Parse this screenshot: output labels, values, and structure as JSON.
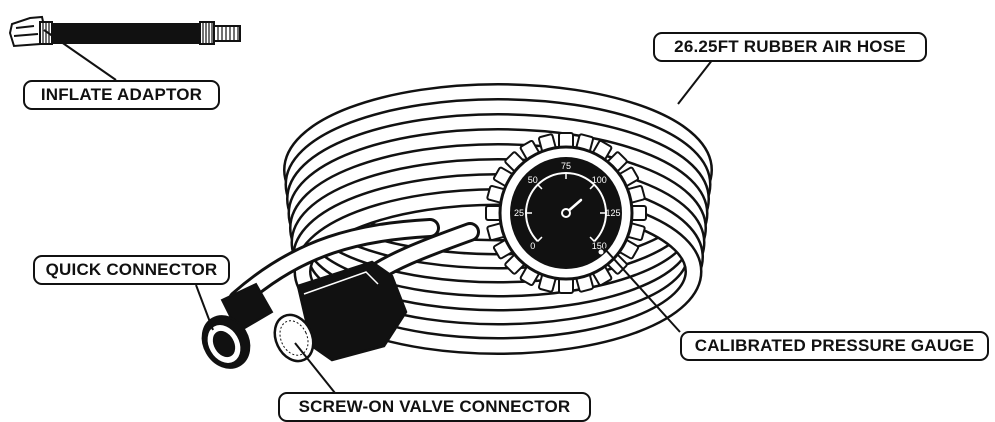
{
  "labels": {
    "air_hose": "26.25FT RUBBER AIR HOSE",
    "inflate_adaptor": "INFLATE ADAPTOR",
    "quick_connector": "QUICK CONNECTOR",
    "pressure_gauge": "CALIBRATED PRESSURE GAUGE",
    "valve_connector": "SCREW-ON VALVE CONNECTOR"
  },
  "gauge": {
    "ticks": [
      "0",
      "25",
      "50",
      "75",
      "100",
      "125",
      "150"
    ]
  },
  "colors": {
    "ink": "#111111",
    "paper": "#ffffff"
  }
}
